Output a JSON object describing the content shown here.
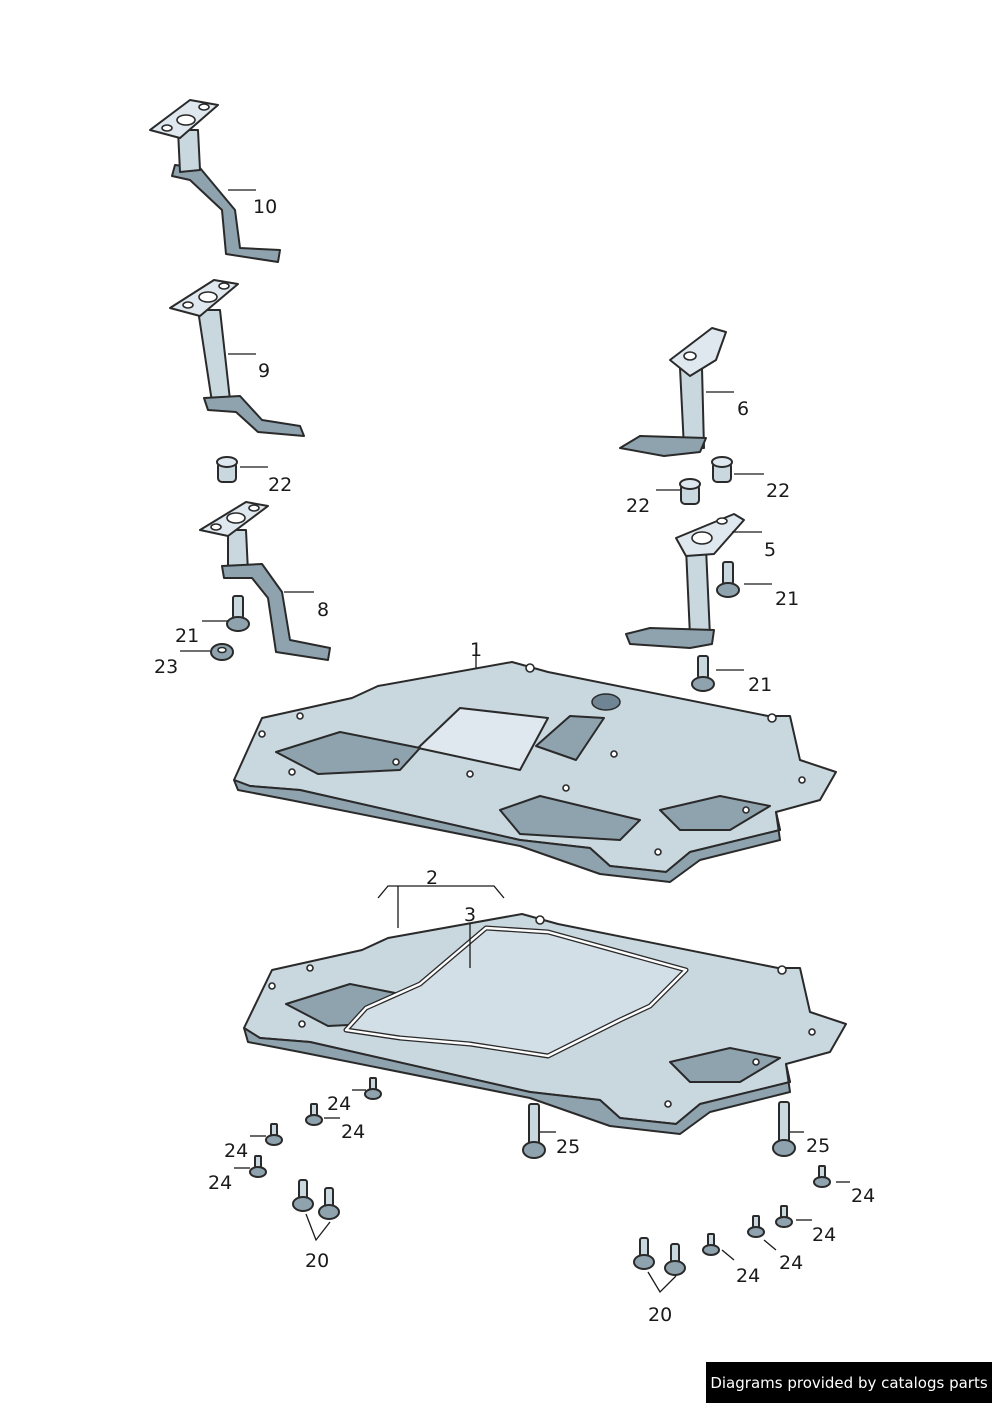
{
  "labels": {
    "p1": "1",
    "p2": "2",
    "p3": "3",
    "p5": "5",
    "p6": "6",
    "p8": "8",
    "p9": "9",
    "p10": "10",
    "p20a": "20",
    "p20b": "20",
    "p21a": "21",
    "p21b": "21",
    "p21c": "21",
    "p22a": "22",
    "p22b": "22",
    "p22c": "22",
    "p23": "23",
    "p24a": "24",
    "p24b": "24",
    "p24c": "24",
    "p24d": "24",
    "p24e": "24",
    "p24f": "24",
    "p24g": "24",
    "p24h": "24",
    "p25a": "25",
    "p25b": "25"
  },
  "footer": {
    "text": "Diagrams provided by catalogs parts"
  },
  "colors": {
    "part_light": "#c9d7df",
    "part_mid": "#8fa3af",
    "part_dark": "#6f8593",
    "outline": "#2a2a2a"
  }
}
